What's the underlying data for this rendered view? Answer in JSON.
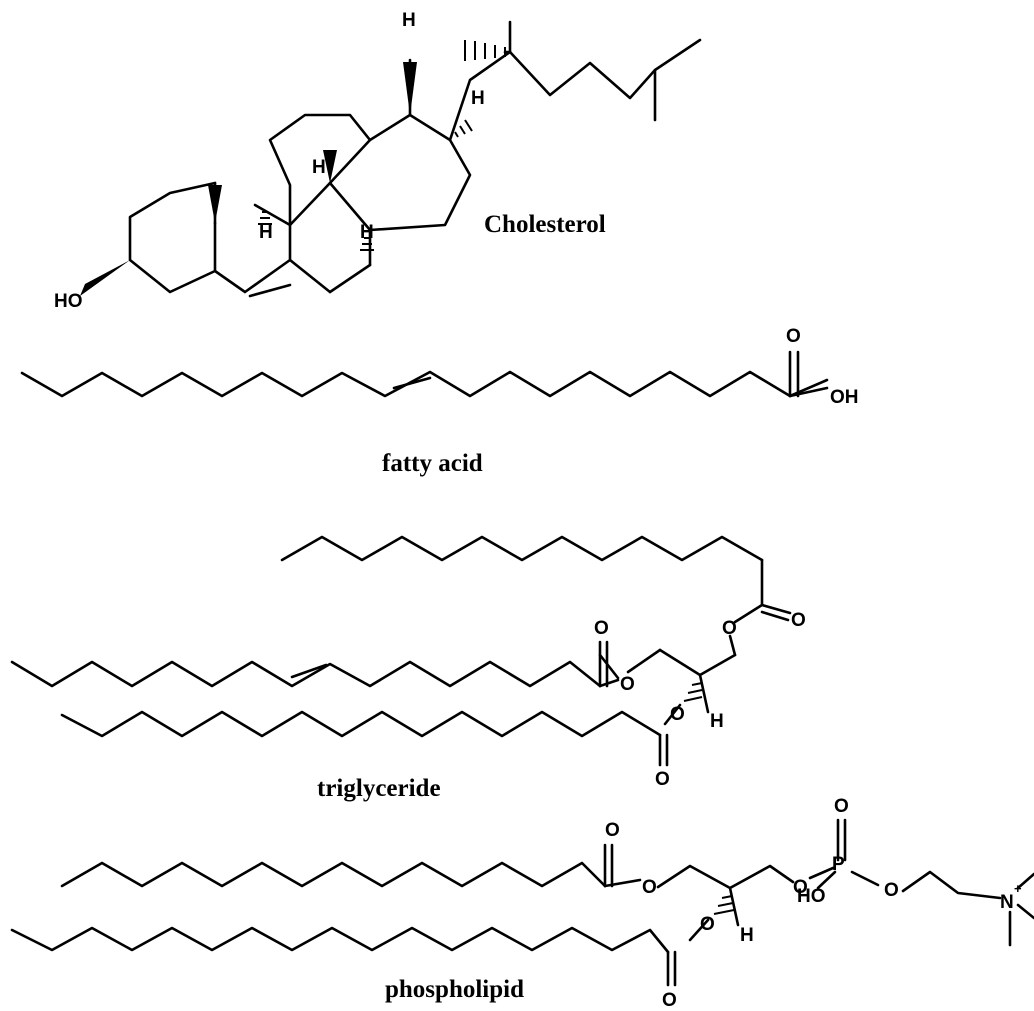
{
  "molecules": {
    "cholesterol": {
      "name": "Cholesterol",
      "hydroxyl": "HO",
      "hydrogen": "H"
    },
    "fatty_acid": {
      "name": "fatty acid",
      "carbonyl_o": "O",
      "acid_oh": "OH"
    },
    "triglyceride": {
      "name": "triglyceride",
      "oxygen": "O",
      "hydrogen": "H"
    },
    "phospholipid": {
      "name": "phospholipid",
      "oxygen": "O",
      "phosphorus": "P",
      "hydroxyl": "HO",
      "hydrogen": "H",
      "nitrogen": "N",
      "charge": "+"
    }
  }
}
